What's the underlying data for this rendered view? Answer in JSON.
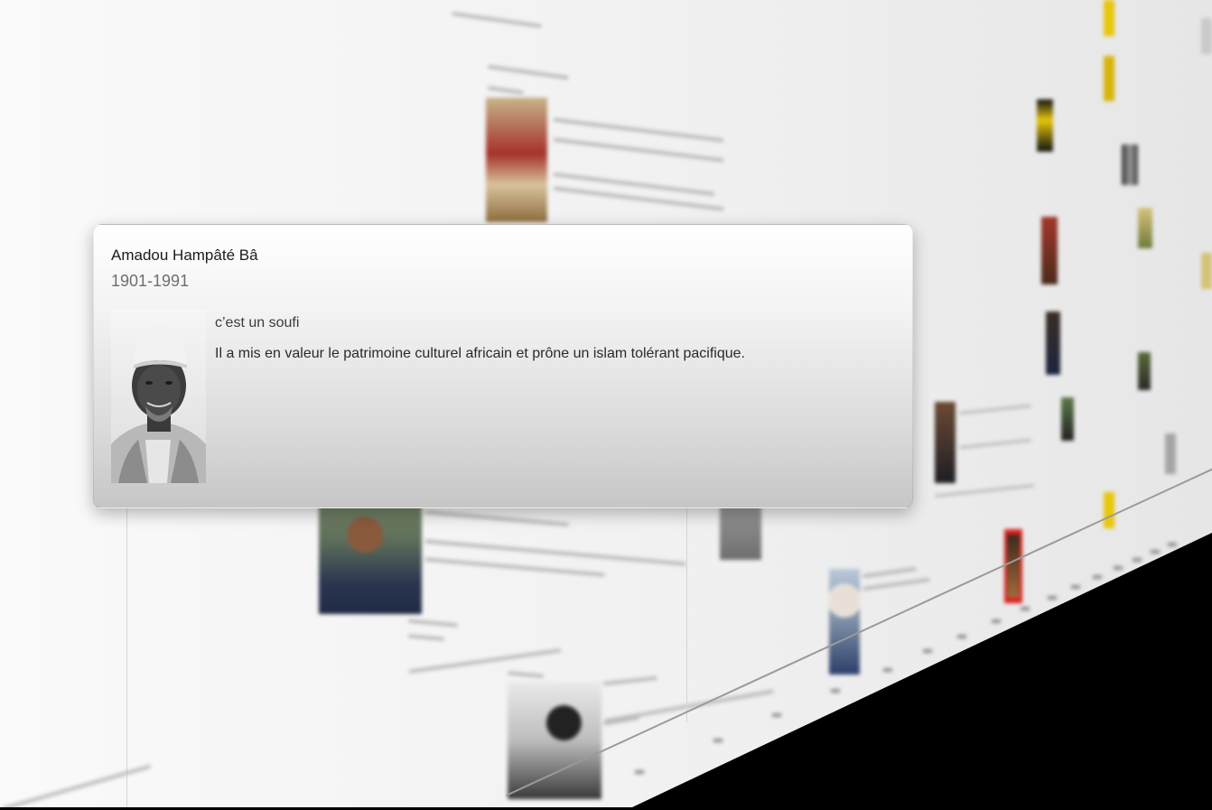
{
  "popup": {
    "name": "Amadou Hampâté Bâ",
    "dates": "1901-1991",
    "line1": "c’est un soufi",
    "line2": "Il a mis en valeur le patrimoine culturel africain et prône un islam tolérant pacifique.",
    "portrait_icon": "portrait-photo"
  },
  "colors": {
    "wall": "#f2f2f2",
    "background": "#000000",
    "card_top": "#ffffff",
    "card_bottom": "#c6c6c6",
    "accent_red": "#d9211f",
    "accent_yellow": "#e8c60a"
  }
}
